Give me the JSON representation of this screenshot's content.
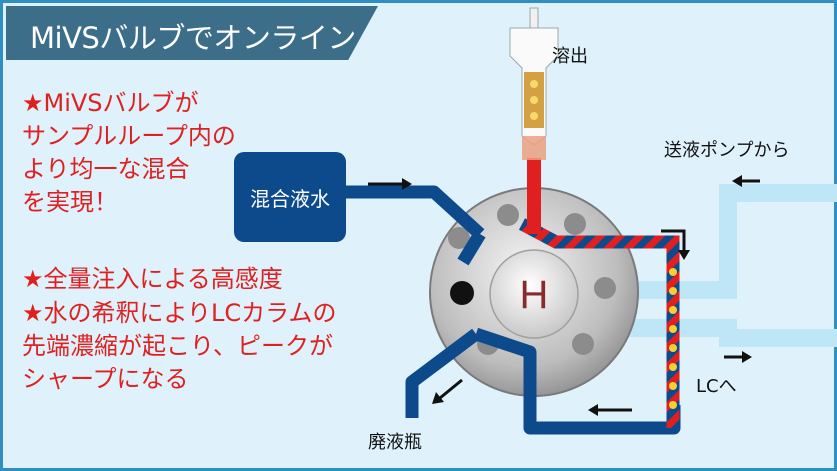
{
  "title": "MiVSバルブでオンライン",
  "features": [
    "★MiVSバルブが",
    "サンプルループ内の",
    "より均一な混合",
    "を実現！",
    "★全量注入による高感度",
    "★水の希釈によりLCカラムの",
    "先端濃縮が起こり、ピークが",
    "シャープになる"
  ],
  "labels": {
    "mix_water": "混合液水",
    "elution": "溶出",
    "from_pump": "送液ポンプから",
    "to_lc": "LCへ",
    "waste": "廃液瓶",
    "valve": "H"
  },
  "colors": {
    "frame_border": "#2f8fc2",
    "background": "#dff2fb",
    "title_bg": "#3c6e8a",
    "pipe_dark": "#0d4a8c",
    "pipe_light": "#bfe6f7",
    "highlight_red": "#e02020"
  }
}
